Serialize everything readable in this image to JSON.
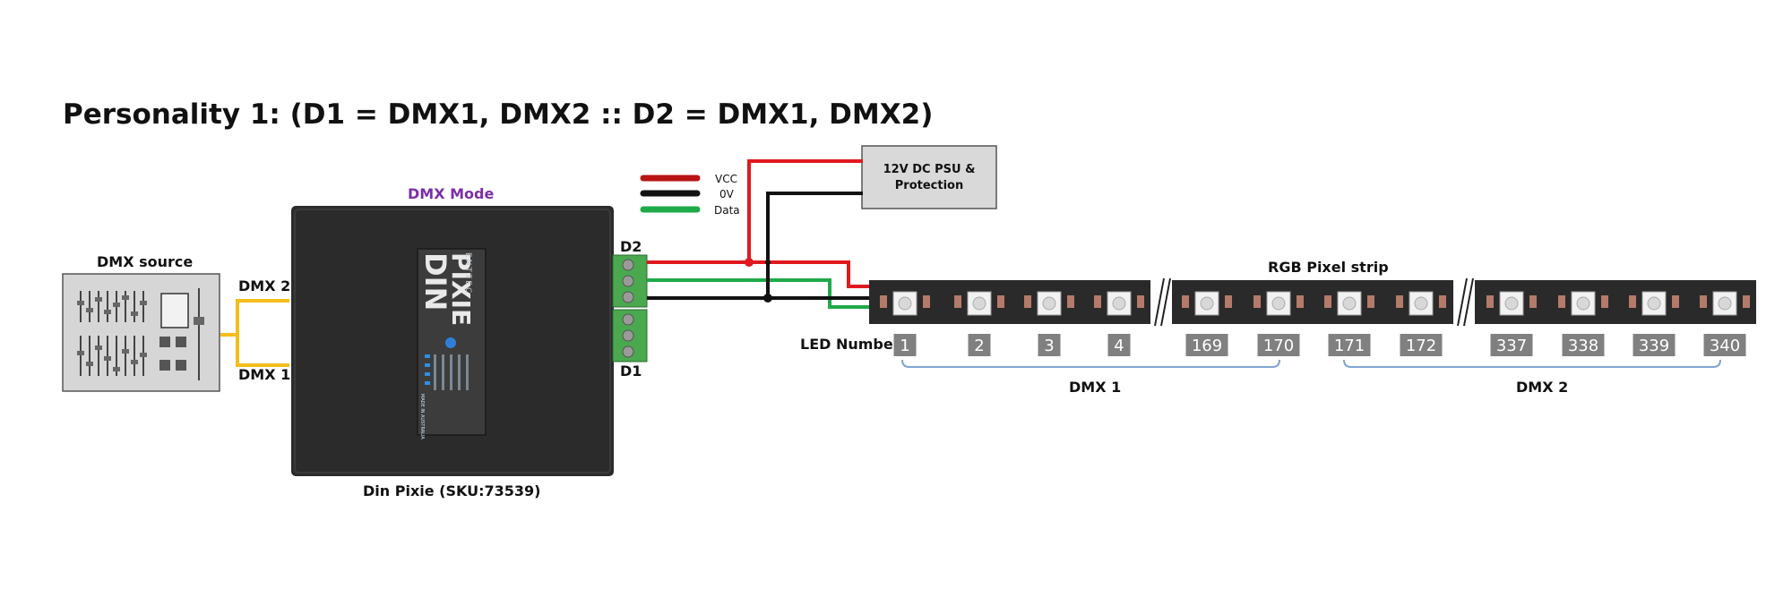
{
  "title": "Personality 1: (D1 = DMX1, DMX2 :: D2 = DMX1, DMX2)",
  "dmx_source": {
    "label": "DMX source"
  },
  "cables": {
    "dmx2_label": "DMX 2",
    "dmx1_label": "DMX 1"
  },
  "device": {
    "mode_label": "DMX Mode",
    "name_label": "Din Pixie (SKU:73539)",
    "brand": "ENTTEC",
    "product_line1": "DIN",
    "product_line2": "PIXIE",
    "made_in": "MADE IN AUSTRALIA",
    "port_d2": "D2",
    "port_d1": "D1"
  },
  "legend": [
    {
      "label": "VCC",
      "color": "#b81414"
    },
    {
      "label": "0V",
      "color": "#111111"
    },
    {
      "label": "Data",
      "color": "#1faa4a"
    }
  ],
  "psu": {
    "line1": "12V DC PSU &",
    "line2": "Protection"
  },
  "strip": {
    "label": "RGB Pixel strip",
    "led_number_label": "LED Number",
    "leds": [
      "1",
      "2",
      "3",
      "4",
      "169",
      "170",
      "171",
      "172",
      "337",
      "338",
      "339",
      "340"
    ],
    "groups": [
      {
        "label": "DMX 1"
      },
      {
        "label": "DMX 2"
      }
    ]
  },
  "colors": {
    "vcc": "#e0191f",
    "ground": "#111111",
    "data": "#1faa4a",
    "dmx_cable": "#f4bd1a",
    "device_body": "#2b2b2b",
    "led_box": "#808080"
  }
}
